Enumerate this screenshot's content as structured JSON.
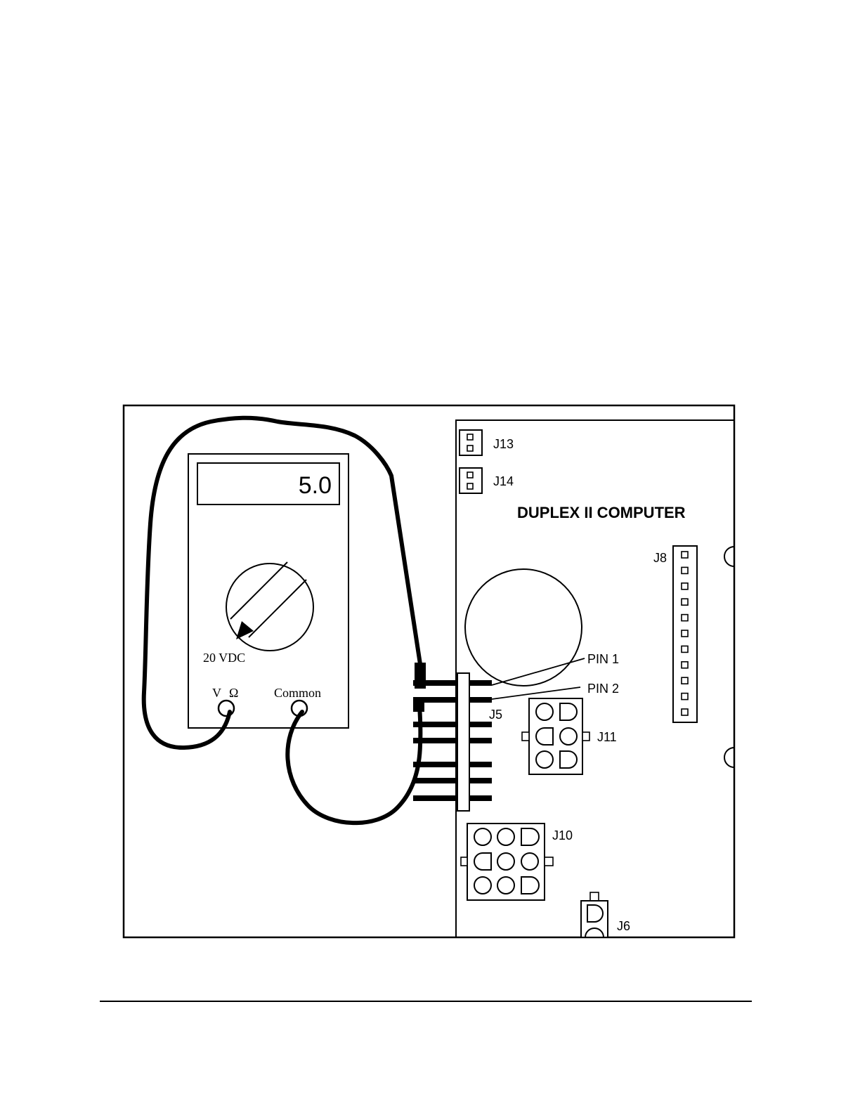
{
  "meter": {
    "display": "5.0",
    "range_label": "20 VDC",
    "jack_v_label": "V",
    "jack_ohm_label": "Ω",
    "jack_common_label": "Common"
  },
  "board": {
    "title": "DUPLEX II COMPUTER",
    "connectors": {
      "j13": "J13",
      "j14": "J14",
      "j8": "J8",
      "j5": "J5",
      "j11": "J11",
      "j10": "J10",
      "j6": "J6"
    },
    "callouts": {
      "pin1": "PIN 1",
      "pin2": "PIN 2"
    }
  }
}
